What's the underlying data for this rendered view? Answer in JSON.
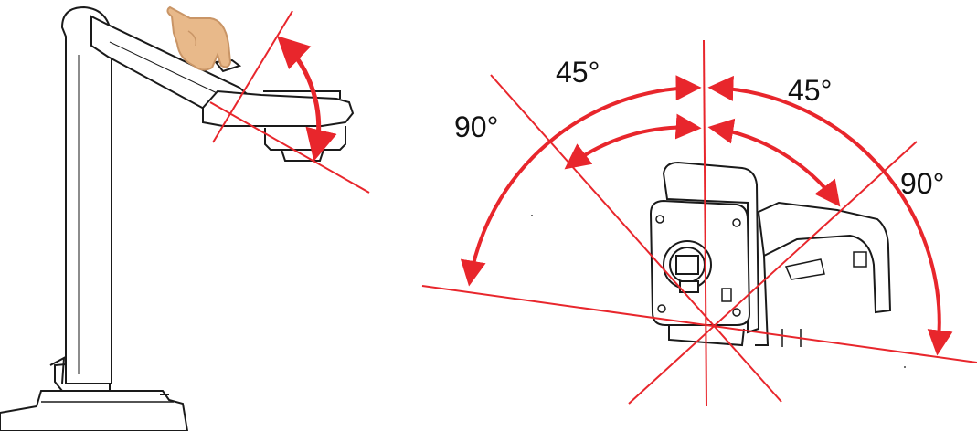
{
  "colors": {
    "angle_line": "#e8262c",
    "outline": "#1a1a1a",
    "body_fill": "#ffffff",
    "skin": "#e8b98a",
    "skin_shadow": "#c99566"
  },
  "icons": [
    "hand-pointer-icon"
  ],
  "labels": {
    "left_top_45": "45°",
    "right_top_45": "45°",
    "left_90": "90°",
    "right_90": "90°"
  }
}
